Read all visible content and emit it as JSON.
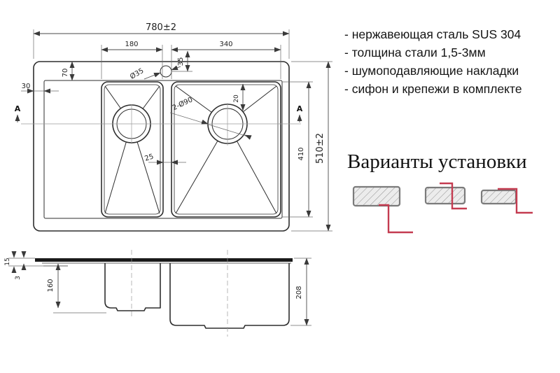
{
  "features": {
    "items": [
      "- нержавеющая сталь SUS 304",
      "- толщина стали 1,5-3мм",
      "- шумоподавляющие накладки",
      "- сифон и крепежи в комплекте"
    ]
  },
  "installation": {
    "title": "Варианты установки"
  },
  "top_view": {
    "dims": {
      "overall_width": "780±2",
      "overall_height": "510±2",
      "left_bowl_width": "180",
      "right_bowl_width": "340",
      "top_inset": "70",
      "left_inset": "30",
      "faucet_hole": "Ø35",
      "faucet_offset": "35",
      "drain_holes": "2-Ø90",
      "drain_offset": "20",
      "bowl_length": "410",
      "divider_width": "25",
      "section_label": "A"
    }
  },
  "section_view": {
    "dims": {
      "rim_height": "15",
      "steel_thickness": "3",
      "left_bowl_depth": "160",
      "right_bowl_depth": "208"
    }
  },
  "colors": {
    "accent_red": "#c43b50",
    "line": "#2e2e2e",
    "dimline": "#4a4a4a",
    "extline": "#6a6a6a",
    "hatch_fill": "#ececec",
    "hatch_line": "#999999",
    "hatch_border": "#7b7b7b"
  }
}
